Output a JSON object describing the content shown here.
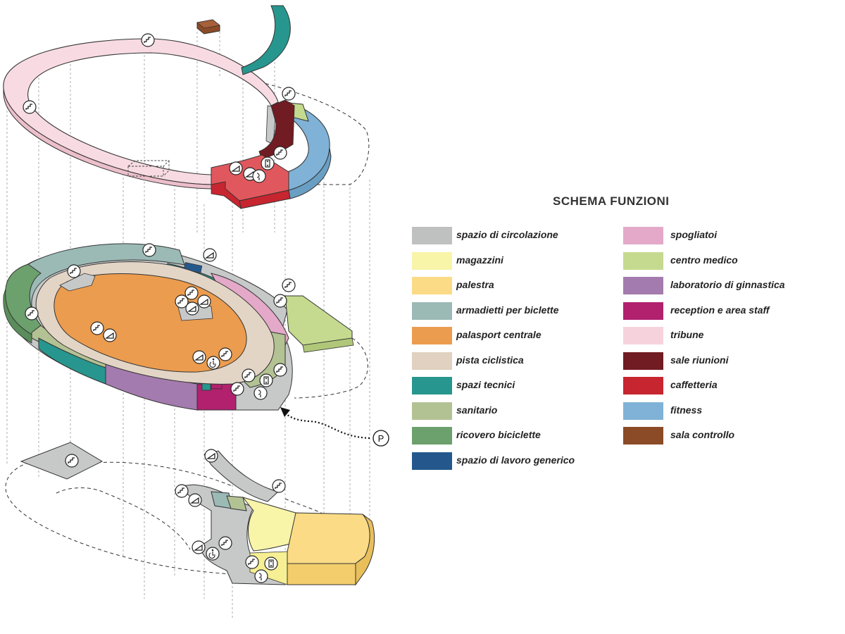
{
  "legend": {
    "title": "SCHEMA FUNZIONI",
    "columns": [
      [
        {
          "label": "spazio di circolazione",
          "color": "#bfc1c1"
        },
        {
          "label": "magazzini",
          "color": "#f8f4a8"
        },
        {
          "label": "palestra",
          "color": "#fbdb86"
        },
        {
          "label": "armadietti per biclette",
          "color": "#9bbab6"
        },
        {
          "label": "palasport centrale",
          "color": "#ec9c4e"
        },
        {
          "label": "pista ciclistica",
          "color": "#e0d1c0"
        },
        {
          "label": "spazi tecnici",
          "color": "#27968e"
        },
        {
          "label": "sanitario",
          "color": "#b3c293"
        },
        {
          "label": "ricovero biciclette",
          "color": "#6ca06d"
        },
        {
          "label": "spazio di lavoro generico",
          "color": "#24588c"
        }
      ],
      [
        {
          "label": "spogliatoi",
          "color": "#e4a9c8"
        },
        {
          "label": "centro medico",
          "color": "#c5da8e"
        },
        {
          "label": "laboratorio di ginnastica",
          "color": "#a47bae"
        },
        {
          "label": "reception e area staff",
          "color": "#b1216e"
        },
        {
          "label": "tribune",
          "color": "#f6d3dc"
        },
        {
          "label": "sale riunioni",
          "color": "#711b22"
        },
        {
          "label": "caffetteria",
          "color": "#c7252f"
        },
        {
          "label": "fitness",
          "color": "#7fb2d6"
        },
        {
          "label": "sala controllo",
          "color": "#8b4b26"
        }
      ]
    ]
  },
  "diagram": {
    "parking_label": "P",
    "colors": {
      "outline": "#333333",
      "tribune_top": "#f8dbe2",
      "tribune_side": "#ecbfcb",
      "circulation": "#c7c9c9",
      "circulation_dark": "#a9acac",
      "arena": "#ec9c4e",
      "track": "#e3d5c6",
      "technical": "#27968e",
      "bike_storage": "#6ca06d",
      "gym_lab": "#a47bae",
      "reception": "#b1216e",
      "lockers": "#9bbab6",
      "changing": "#e4a9c8",
      "medical": "#c5da8e",
      "sanitary": "#b3c293",
      "workspace": "#24588c",
      "meeting": "#711b22",
      "cafe": "#e0585e",
      "fitness": "#7fb2d6",
      "control": "#8b4b26",
      "storage": "#f8f4a8",
      "gym": "#fbdb86"
    }
  }
}
